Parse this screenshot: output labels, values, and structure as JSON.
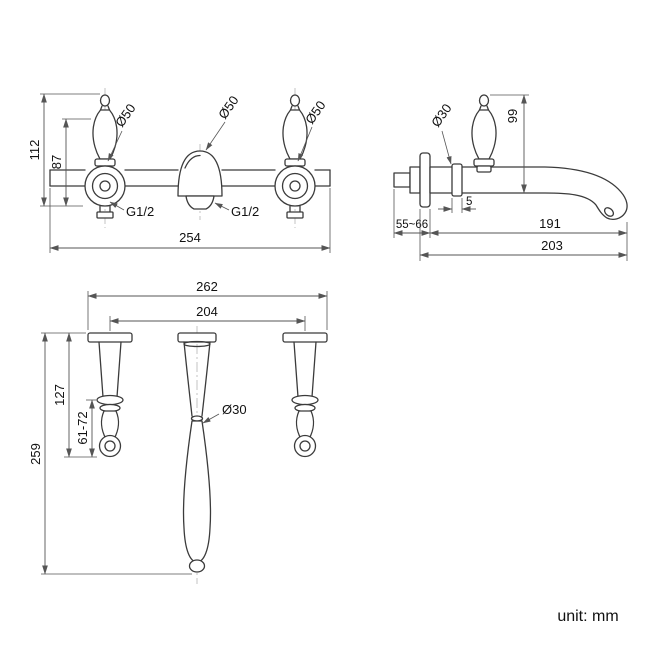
{
  "unit_label": "unit: mm",
  "views": {
    "front": {
      "dims": {
        "height_total": "112",
        "height_upper": "87",
        "bar_length": "254"
      },
      "labels": {
        "handle_left_dia": "Ø50",
        "spout_dia": "Ø50",
        "handle_right_dia": "Ø50",
        "thread_left": "G1/2",
        "thread_right": "G1/2"
      }
    },
    "side": {
      "dims": {
        "height": "99",
        "flange_offset": "5",
        "wall_adjust": "55~66",
        "spout_reach": "191",
        "total_depth": "203"
      },
      "labels": {
        "body_dia": "Ø30"
      }
    },
    "plan": {
      "dims": {
        "overall_width": "262",
        "centers_width": "204",
        "handle_proj": "127",
        "handle_adjust": "61-72",
        "overall_depth": "259"
      },
      "labels": {
        "spout_dia": "Ø30"
      }
    }
  }
}
